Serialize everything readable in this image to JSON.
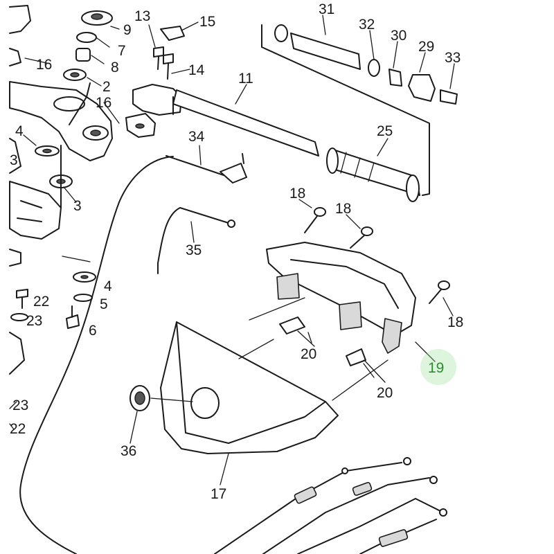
{
  "diagram": {
    "highlight_color": "#2e8b2e",
    "labels": {
      "l31": "31",
      "l32": "32",
      "l30": "30",
      "l29": "29",
      "l33": "33",
      "l13": "13",
      "l15": "15",
      "l9": "9",
      "l7": "7",
      "l8": "8",
      "l16a": "16",
      "l16b": "16",
      "l2": "2",
      "l14": "14",
      "l11": "11",
      "l25": "25",
      "l4a": "4",
      "l3a": "3",
      "l3b": "3",
      "l34": "34",
      "l18a": "18",
      "l18b": "18",
      "l18c": "18",
      "l35": "35",
      "l4b": "4",
      "l5": "5",
      "l6": "6",
      "l22a": "22",
      "l23a": "23",
      "l20a": "20",
      "l20b": "20",
      "l19": "19",
      "l23b": "23",
      "l22b": "22",
      "l36": "36",
      "l17": "17"
    }
  }
}
